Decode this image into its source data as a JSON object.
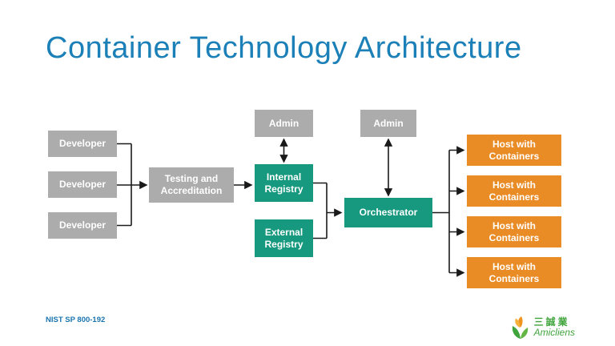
{
  "slide": {
    "title": "Container Technology Architecture",
    "reference": "NIST SP 800-192"
  },
  "diagram": {
    "developers": [
      {
        "label": "Developer"
      },
      {
        "label": "Developer"
      },
      {
        "label": "Developer"
      }
    ],
    "testing_accreditation": {
      "label": "Testing and Accreditation"
    },
    "admin_registry": {
      "label": "Admin"
    },
    "admin_orchestrator": {
      "label": "Admin"
    },
    "internal_registry": {
      "label": "Internal Registry"
    },
    "external_registry": {
      "label": "External Registry"
    },
    "orchestrator": {
      "label": "Orchestrator"
    },
    "hosts": [
      {
        "label": "Host with Containers"
      },
      {
        "label": "Host with Containers"
      },
      {
        "label": "Host with Containers"
      },
      {
        "label": "Host with Containers"
      }
    ]
  },
  "logo": {
    "cjk": "三誠業",
    "latin": "Amicliens"
  },
  "colors": {
    "title_blue": "#1c80b8",
    "box_gray": "#acacac",
    "box_teal": "#17997f",
    "box_orange": "#ea8c26",
    "connector_black": "#1a1a1a",
    "logo_green": "#3fa43c",
    "logo_orange": "#f0941f"
  }
}
